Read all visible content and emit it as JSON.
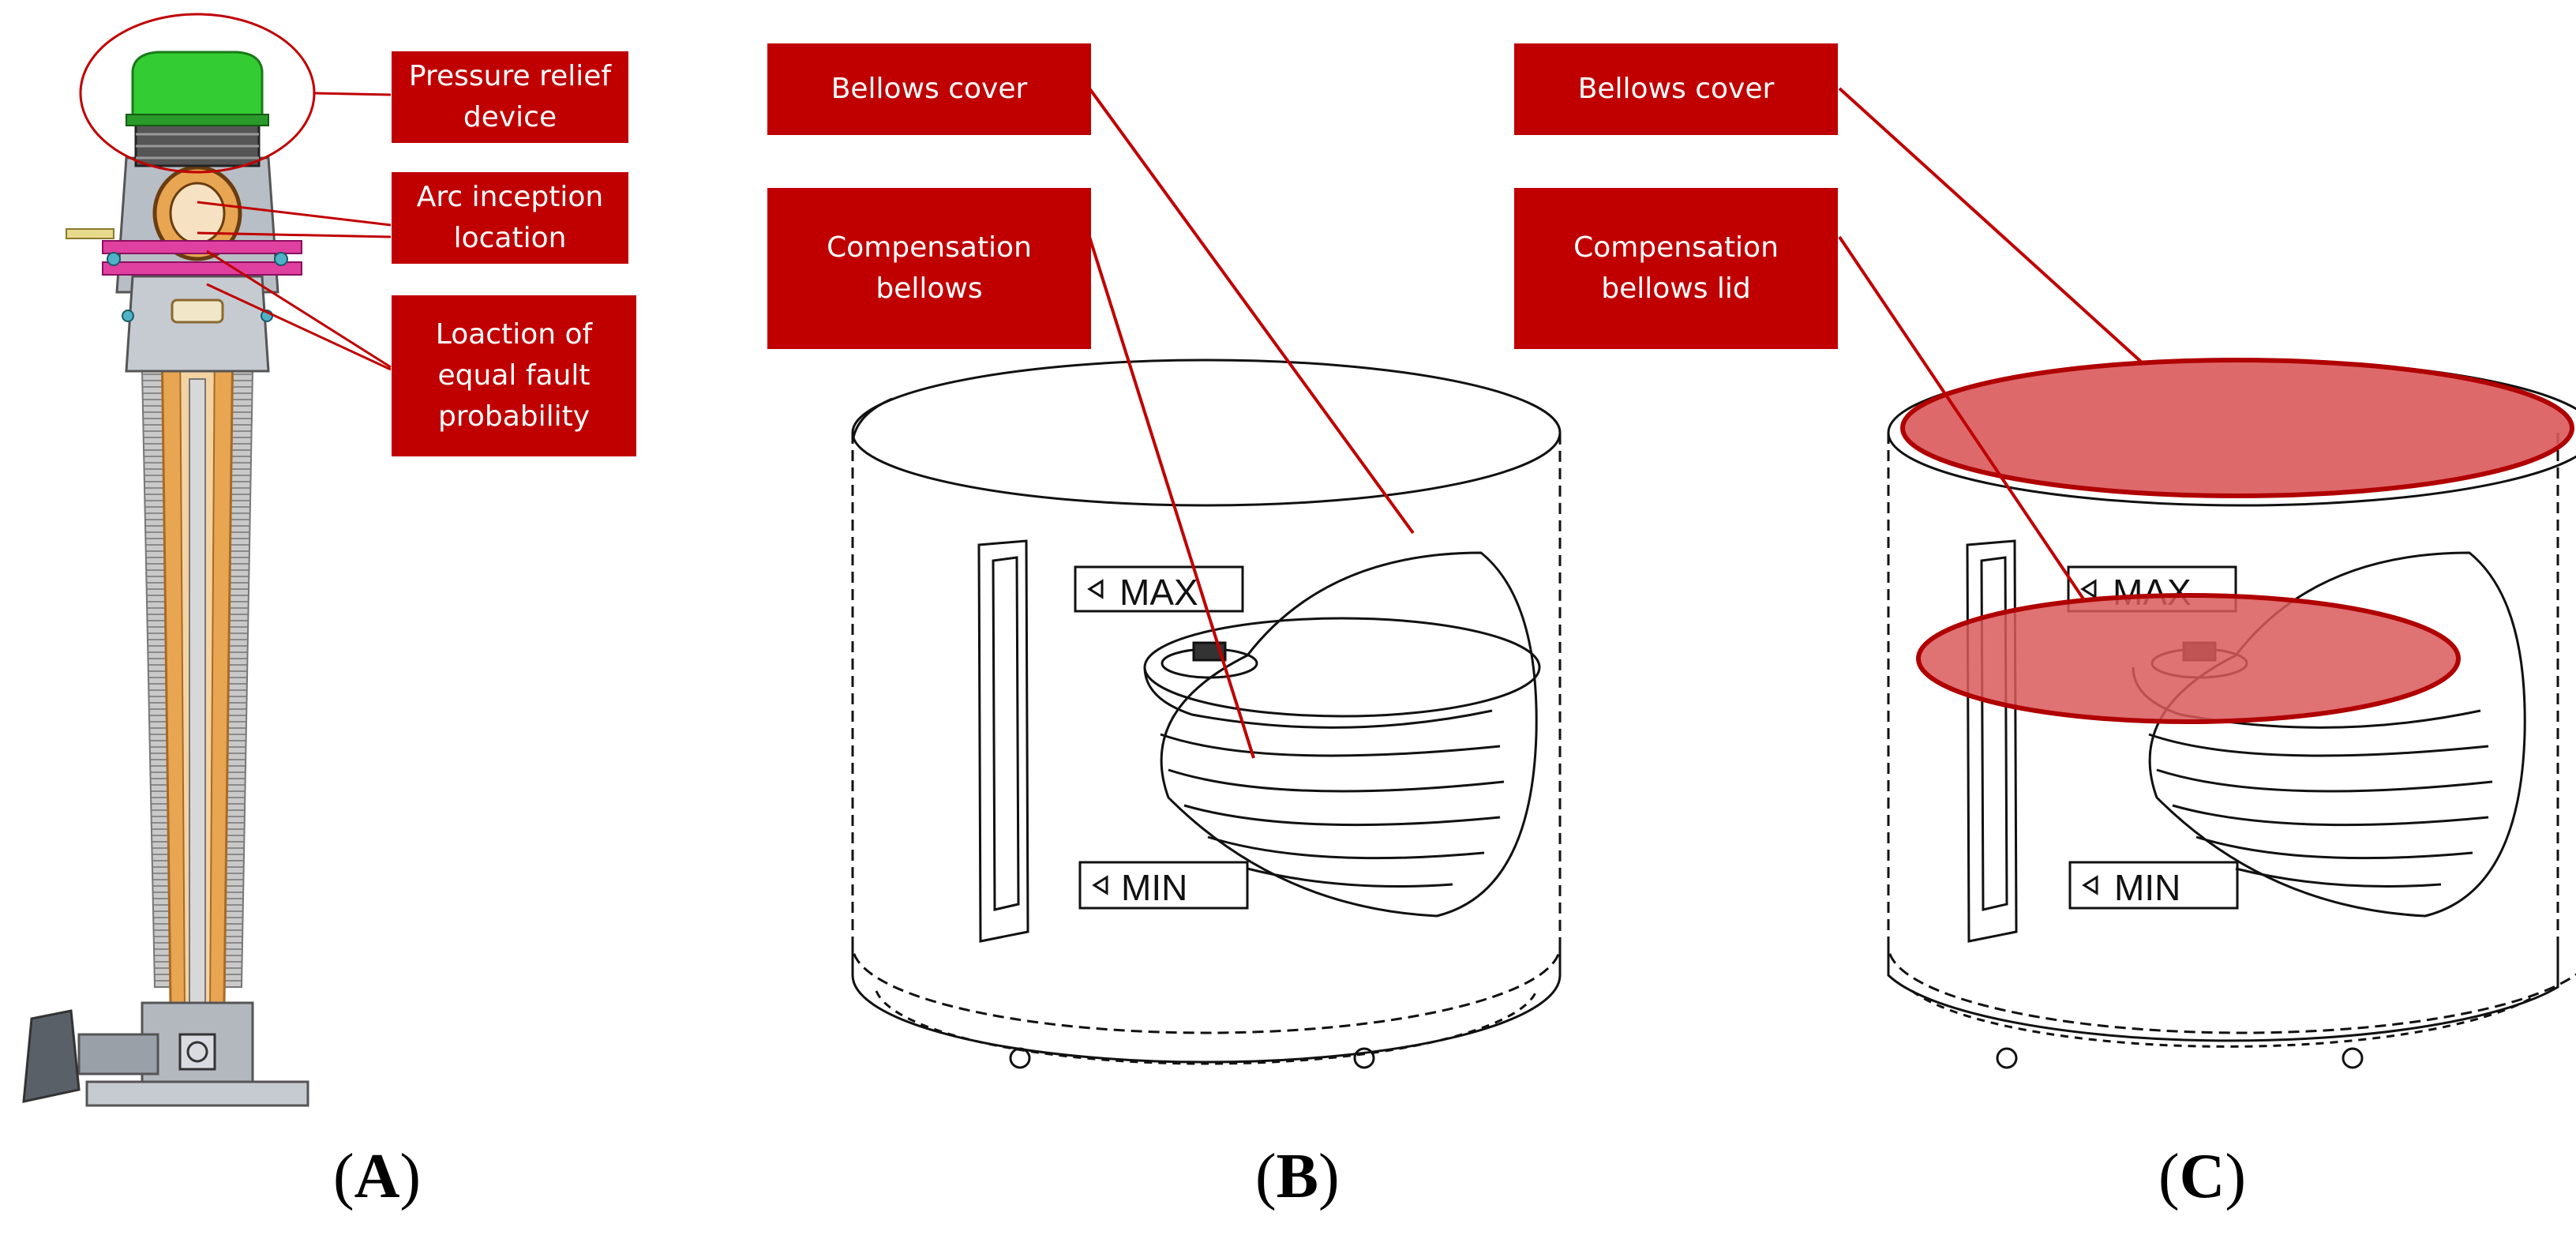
{
  "panel_a": {
    "labels": {
      "pressure_relief": [
        "Pressure relief",
        "device"
      ],
      "arc_inception": [
        "Arc inception",
        "location"
      ],
      "equal_fault": [
        "Loaction of",
        "equal fault",
        "probability"
      ]
    },
    "caption": {
      "open": "(",
      "letter": "A",
      "close": ")"
    }
  },
  "panel_b": {
    "labels": {
      "bellows_cover": "Bellows cover",
      "compensation": [
        "Compensation",
        "bellows"
      ]
    },
    "max_text": "MAX",
    "min_text": "MIN",
    "caption": {
      "open": "(",
      "letter": "B",
      "close": ")"
    }
  },
  "panel_c": {
    "labels": {
      "bellows_cover": "Bellows cover",
      "compensation": [
        "Compensation",
        "bellows lid"
      ]
    },
    "max_text": "MAX",
    "min_text": "MIN",
    "caption": {
      "open": "(",
      "letter": "C",
      "close": ")"
    }
  },
  "colors": {
    "label_bg": "#c00000",
    "highlight_fill": "#d9595b",
    "relief_green": "#33cc33",
    "conductor_orange": "#e8a552"
  }
}
